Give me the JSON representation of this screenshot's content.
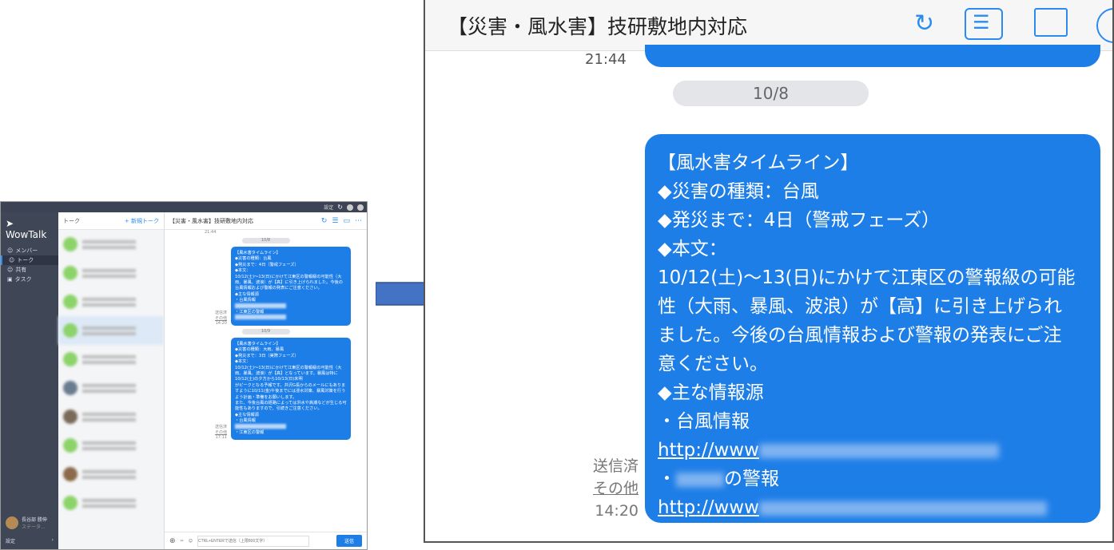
{
  "app": {
    "name": "WowTalk",
    "topbar": {
      "settings_label": "設定"
    },
    "sidebar": {
      "items": [
        {
          "label": "メンバー"
        },
        {
          "label": "トーク"
        },
        {
          "label": "共有"
        },
        {
          "label": "タスク"
        }
      ],
      "user_name": "長谷部 勝伸",
      "user_status": "ステータ...",
      "settings": "設定"
    },
    "list": {
      "title": "トーク",
      "new_talk": "+ 新規トーク"
    },
    "chat": {
      "title": "【災害・風水害】技研敷地内対応",
      "prev_time": "21:44",
      "date1": "10/8",
      "date2": "10/9",
      "msg1": "【風水害タイムライン】\n◆災害の種類：台風\n◆発災まで：4日（警戒フェーズ）\n◆本文：\n10/12(土)～13(日)にかけて江東区の警報級の可能性（大雨、暴風、波浪）が【高】に引き上げられました。今後の台風情報および警報の発表にご注意ください。\n◆主な情報源\n・台風情報",
      "msg1_tail": "・江東区の警報",
      "msg1_meta": {
        "status": "送信済",
        "other": "その他",
        "time": "14:20"
      },
      "msg2": "【風水害タイムライン】\n◆災害の種類：大雨、暴風\n◆発災まで：3日（実際フェーズ）\n◆本文：\n10/12(土)～13(日)にかけて江東区の警報級の可能性（大雨、暴風、波浪）が【高】となっています。暴風は特に10/12(土)の夕方から10/13(日)未明\nがピークとなる予報です。井沢G長からのメールにもありますように10/11(金)午後までには浸水対策、暴風対策を行うよう計画・準備をお願いします。\nまた、今後台風の経路によっては洪水や高潮などが生じる可能性もありますので、引続きご注意ください。\n◆主な情報源\n・台風情報",
      "msg2_tail": "・江東区の警報",
      "msg2_meta": {
        "status": "送信済",
        "other": "その他",
        "time": "17:11"
      },
      "input_placeholder": "CTRL+ENTERで送信（上限800文字）",
      "send": "送信"
    }
  },
  "zoom": {
    "title": "【災害・風水害】技研敷地内対応",
    "prev_time": "21:44",
    "date": "10/8",
    "lines": [
      "【風水害タイムライン】",
      "◆災害の種類：台風",
      "◆発災まで：4日（警戒フェーズ）",
      "◆本文：",
      "10/12(土)～13(日)にかけて江東区の警報級の可能",
      "性（大雨、暴風、波浪）が【高】に引き上げられ",
      "ました。今後の台風情報および警報の発表にご注",
      "意ください。",
      "◆主な情報源",
      "・台風情報"
    ],
    "link1": "http://www",
    "bullet": "・",
    "warning": "の警報",
    "link2": "http://www",
    "meta": {
      "status": "送信済",
      "other": "その他",
      "time": "14:20"
    }
  }
}
